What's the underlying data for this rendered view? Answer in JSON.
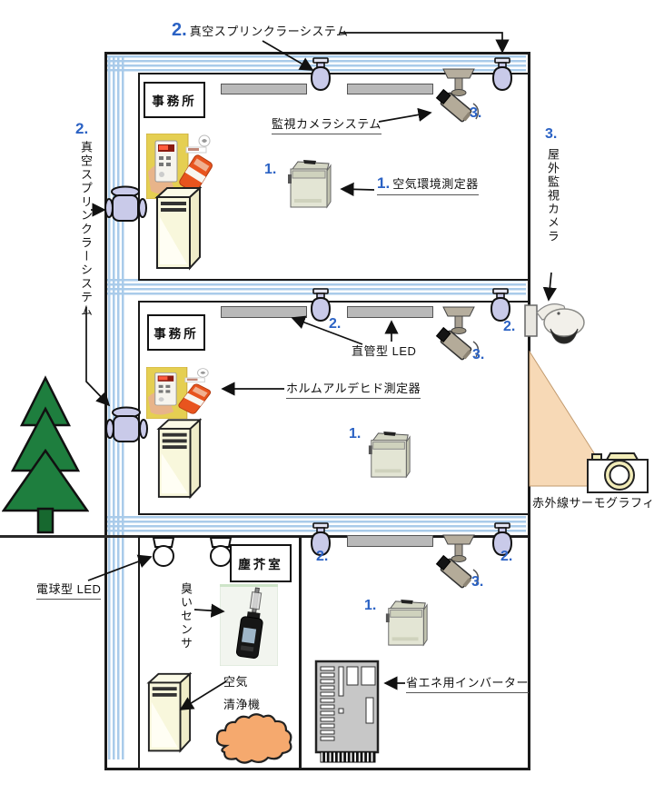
{
  "diagram": {
    "numbers": {
      "one": "1.",
      "two": "2.",
      "three": "3."
    },
    "rooms": {
      "office": "事務所",
      "garbage_room": "塵芥室"
    },
    "systems": {
      "vacuum_sprinkler": "真空スプリンクラーシステム",
      "surveillance_camera": "監視カメラシステム",
      "air_quality_meter": "空気環境測定器",
      "outdoor_camera": "屋外監視カメラ",
      "tube_led": "直管型 LED",
      "formaldehyde_meter": "ホルムアルデヒド測定器",
      "infrared_thermography": "赤外線サーモグラフィ",
      "bulb_led": "電球型 LED",
      "odor_sensor": "臭いセンサ",
      "air_purifier_line1": "空気",
      "air_purifier_line2": "清浄機",
      "inverter": "省エネ用インバーター"
    },
    "colors": {
      "number_blue": "#2b62c4",
      "pipe_blue": "#a9cbea",
      "led_gray": "#b9b9b9",
      "sprinkler_lavender": "#c9cae9",
      "tree_green": "#1e7e3e",
      "cloud_orange": "#f5a96e",
      "fov_peach": "#f7d9b6",
      "cabinet_cream": "#f8f7dc",
      "inverter_gray": "#c7c7c7"
    }
  }
}
